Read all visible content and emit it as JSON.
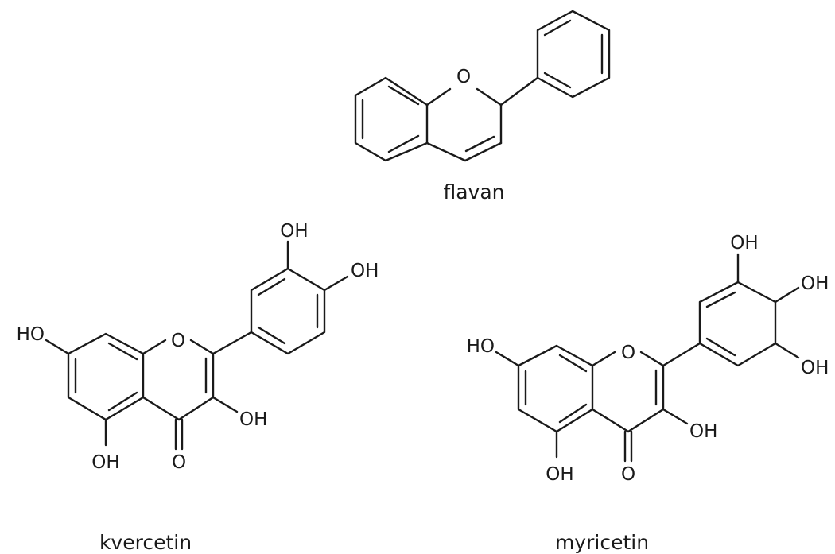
{
  "structures": [
    {
      "id": "flavan",
      "caption": "flavan",
      "atoms": [
        "O"
      ]
    },
    {
      "id": "kvercetin",
      "caption": "kvercetin",
      "atoms": [
        "O",
        "O",
        "HO",
        "OH",
        "OH",
        "OH",
        "OH"
      ]
    },
    {
      "id": "myricetin",
      "caption": "myricetin",
      "atoms": [
        "O",
        "O",
        "HO",
        "OH",
        "OH",
        "OH",
        "OH",
        "OH"
      ]
    }
  ]
}
